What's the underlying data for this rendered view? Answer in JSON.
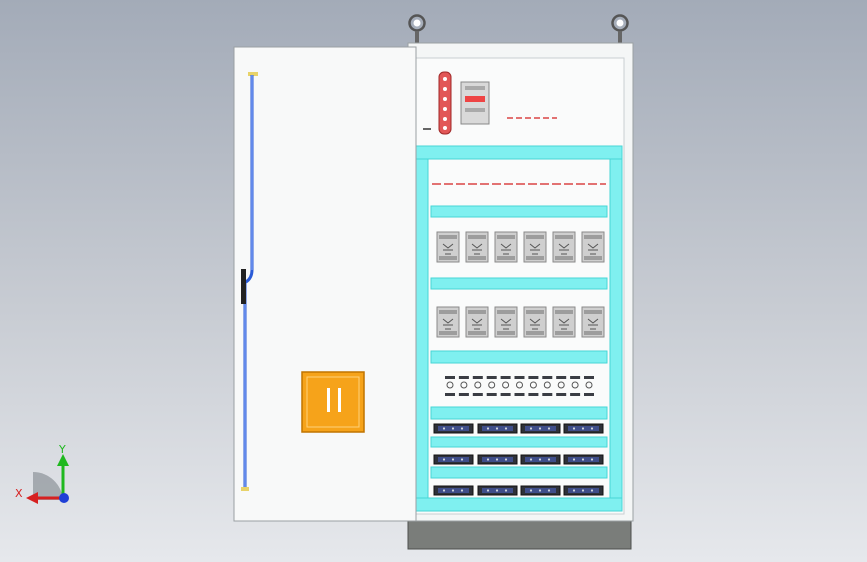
{
  "viewport": {
    "background_top": "#a3abb8",
    "background_bottom": "#e6e8ec",
    "model": "electrical-cabinet-front-view-with-open-door"
  },
  "colors": {
    "din_rail": "#7ff0f0",
    "cabinet_body": "#f4f6f6",
    "base_plinth": "#7a7d7a",
    "handle": "#f6a31a",
    "door_rod": "#2a5bd7",
    "busbar": "#e25757",
    "breaker_body": "#c8c8c8",
    "terminal_dark": "#2e3139"
  },
  "equipment": {
    "lifting_eyes": 2,
    "modules_row_1": 6,
    "modules_row_2": 6,
    "terminal_blocks": 11,
    "connector_rows": 3,
    "connectors_per_row": 4
  },
  "triad": {
    "x_label": "X",
    "y_label": "Y",
    "x_color": "#d62020",
    "y_color": "#1fb81f",
    "z_color": "#1f3fd6"
  }
}
